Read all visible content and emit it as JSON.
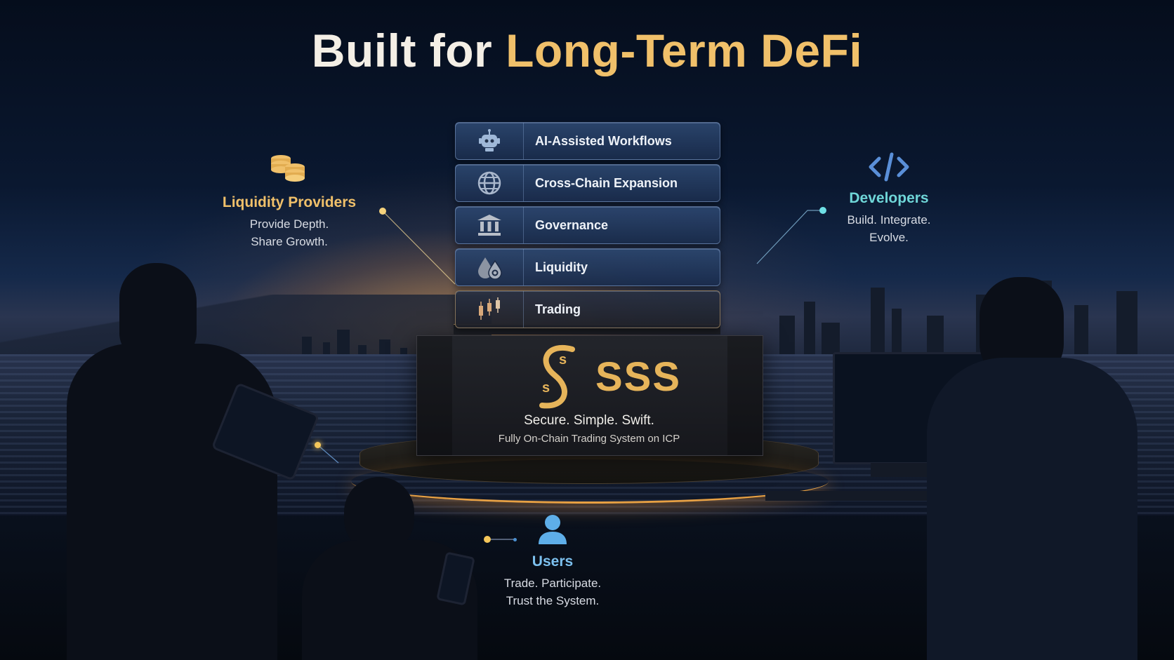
{
  "header": {
    "title_prefix": "Built for ",
    "title_accent": "Long-Term DeFi"
  },
  "stack": {
    "layers": [
      {
        "label": "AI-Assisted Workflows",
        "icon": "robot-icon"
      },
      {
        "label": "Cross-Chain Expansion",
        "icon": "globe-icon"
      },
      {
        "label": "Governance",
        "icon": "bank-icon"
      },
      {
        "label": "Liquidity",
        "icon": "droplets-icon"
      },
      {
        "label": "Trading",
        "icon": "candlestick-icon"
      }
    ]
  },
  "core": {
    "logo_letters": "S",
    "logo_small_top": "s",
    "logo_small_bottom": "s",
    "brand": "SSS",
    "tagline": "Secure. Simple. Swift.",
    "subtagline": "Fully On-Chain Trading System on ICP"
  },
  "personas": {
    "liquidity_providers": {
      "title": "Liquidity Providers",
      "line1": "Provide Depth.",
      "line2": "Share Growth.",
      "icon": "coins-icon",
      "color": "#f0c06a"
    },
    "developers": {
      "title": "Developers",
      "line1": "Build. Integrate.",
      "line2": "Evolve.",
      "icon": "code-icon",
      "color": "#6fd6d8"
    },
    "users": {
      "title": "Users",
      "line1": "Trade. Participate.",
      "line2": "Trust the System.",
      "icon": "user-icon",
      "color": "#7cc0ee"
    }
  },
  "colors": {
    "gold": "#f0c06a",
    "teal": "#6fd6d8",
    "blue": "#7cc0ee",
    "background": "#050b18"
  }
}
